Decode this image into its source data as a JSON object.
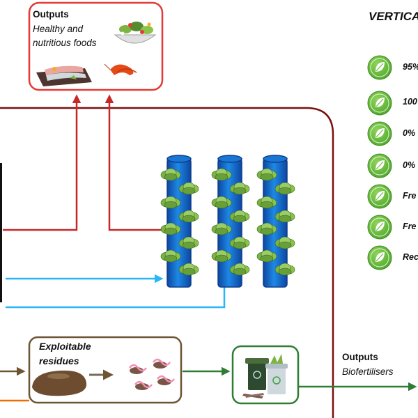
{
  "outputs_top": {
    "heading": "Outputs",
    "line1": "Healthy and",
    "line2": "nutritious foods"
  },
  "title": "VERTICA",
  "features": [
    {
      "icon": "water-leaf-icon",
      "text": "95%"
    },
    {
      "icon": "recycle-leaf-icon",
      "text": "100"
    },
    {
      "icon": "recycle-leaf-icon",
      "text": "0%"
    },
    {
      "icon": "leaf-icon",
      "text": "0%"
    },
    {
      "icon": "hand-leaf-icon",
      "text": "Fre"
    },
    {
      "icon": "leaf-icon",
      "text": "Fre"
    },
    {
      "icon": "recycle-leaf-icon",
      "text": "Rec"
    }
  ],
  "residues": {
    "line1": "Exploitable",
    "line2": "residues"
  },
  "outputs_bottom": {
    "heading": "Outputs",
    "subtitle": "Biofertilisers"
  },
  "colors": {
    "outputs_border": "#e53935",
    "system_border": "#7a1010",
    "arrow_red": "#c62828",
    "arrow_blue": "#29b6f6",
    "tower_blue": "#1565c0",
    "lettuce": "#8bc34a",
    "residues_border": "#6d5532",
    "compost_border": "#2e7d32",
    "arrow_green": "#2e7d32",
    "arrow_orange": "#ef6c00",
    "icon_green": "#6abf3a"
  }
}
